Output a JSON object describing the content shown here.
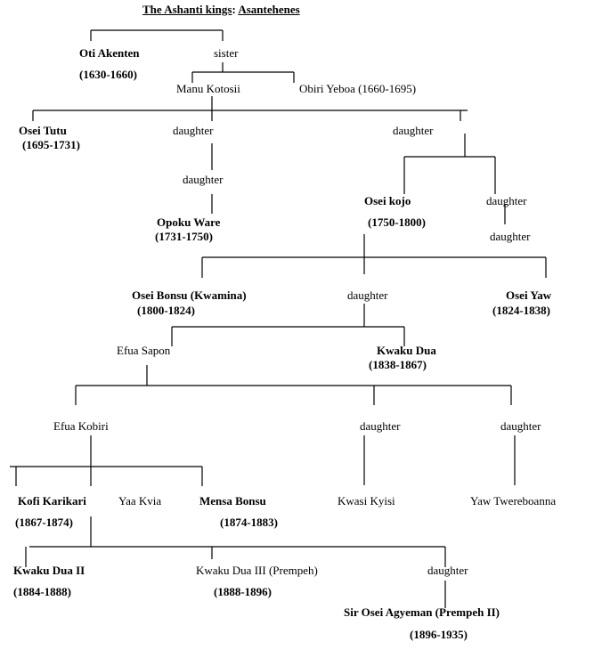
{
  "title": {
    "part1": "The Ashanti kings",
    "sep": ":",
    "part2": "Asantehenes"
  },
  "people": {
    "oti_akenten": {
      "name": "Oti Akenten",
      "reign": "(1630-1660)"
    },
    "sister": "sister",
    "manu_kotosii": "Manu Kotosii",
    "obiri_yeboa": "Obiri Yeboa (1660-1695)",
    "osei_tutu": {
      "name": "Osei Tutu",
      "reign": "(1695-1731)"
    },
    "daughter_a": "daughter",
    "daughter_b": "daughter",
    "daughter_a2": "daughter",
    "opoku_ware": {
      "name": "Opoku Ware",
      "reign": "(1731-1750)"
    },
    "osei_kojo": {
      "name": "Osei kojo",
      "reign": "(1750-1800)"
    },
    "daughter_c": "daughter",
    "daughter_c2": "daughter",
    "osei_bonsu": {
      "name": "Osei Bonsu (Kwamina)",
      "reign": "(1800-1824)"
    },
    "daughter_d": "daughter",
    "osei_yaw": {
      "name": "Osei Yaw",
      "reign": "(1824-1838)"
    },
    "efua_sapon": "Efua Sapon",
    "kwaku_dua": {
      "name": "Kwaku Dua",
      "reign": "(1838-1867)"
    },
    "efua_kobiri": "Efua Kobiri",
    "daughter_e": "daughter",
    "daughter_f": "daughter",
    "kofi_karikari": {
      "name": "Kofi Karikari",
      "reign": "(1867-1874)"
    },
    "yaa_kvia": "Yaa Kvia",
    "mensa_bonsu": {
      "name": "Mensa Bonsu",
      "reign": "(1874-1883)"
    },
    "kwasi_kyisi": "Kwasi Kyisi",
    "yaw_twereboanna": "Yaw Twereboanna",
    "kwaku_dua_ii": {
      "name": "Kwaku Dua II",
      "reign": "(1884-1888)"
    },
    "kwaku_dua_iii": {
      "name": "Kwaku Dua III (Prempeh)",
      "reign": "(1888-1896)"
    },
    "daughter_g": "daughter",
    "osei_agyeman": {
      "name": "Sir Osei Agyeman (Prempeh II)",
      "reign": "(1896-1935)"
    }
  }
}
